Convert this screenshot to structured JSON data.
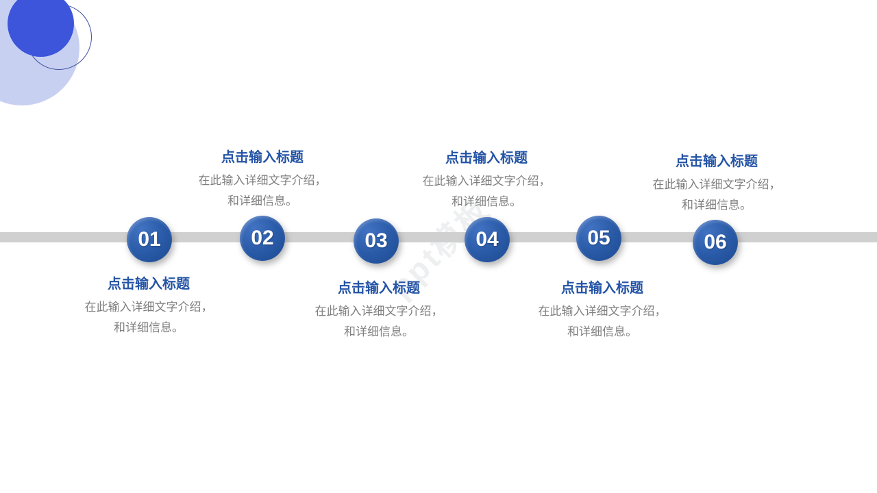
{
  "slide": {
    "background_color": "#ffffff",
    "watermark_text": "ppt模板"
  },
  "decoration": {
    "solid_circle_color": "#3D55DA",
    "light_circle_color": "#C8D0F2",
    "ring_outline_color": "#3E4F9E"
  },
  "timeline": {
    "bar_color": "#D0D0D0",
    "node_color": "#2A5BA8",
    "title_color": "#2454A6",
    "desc_color": "#7F7F7F",
    "items": [
      {
        "number": "01",
        "title": "点击输入标题",
        "desc_line1": "在此输入详细文字介绍，",
        "desc_line2": "和详细信息。",
        "text_position": "below"
      },
      {
        "number": "02",
        "title": "点击输入标题",
        "desc_line1": "在此输入详细文字介绍，",
        "desc_line2": "和详细信息。",
        "text_position": "above"
      },
      {
        "number": "03",
        "title": "点击输入标题",
        "desc_line1": "在此输入详细文字介绍，",
        "desc_line2": "和详细信息。",
        "text_position": "below"
      },
      {
        "number": "04",
        "title": "点击输入标题",
        "desc_line1": "在此输入详细文字介绍，",
        "desc_line2": "和详细信息。",
        "text_position": "above"
      },
      {
        "number": "05",
        "title": "点击输入标题",
        "desc_line1": "在此输入详细文字介绍，",
        "desc_line2": "和详细信息。",
        "text_position": "below"
      },
      {
        "number": "06",
        "title": "点击输入标题",
        "desc_line1": "在此输入详细文字介绍，",
        "desc_line2": "和详细信息。",
        "text_position": "above"
      }
    ]
  }
}
